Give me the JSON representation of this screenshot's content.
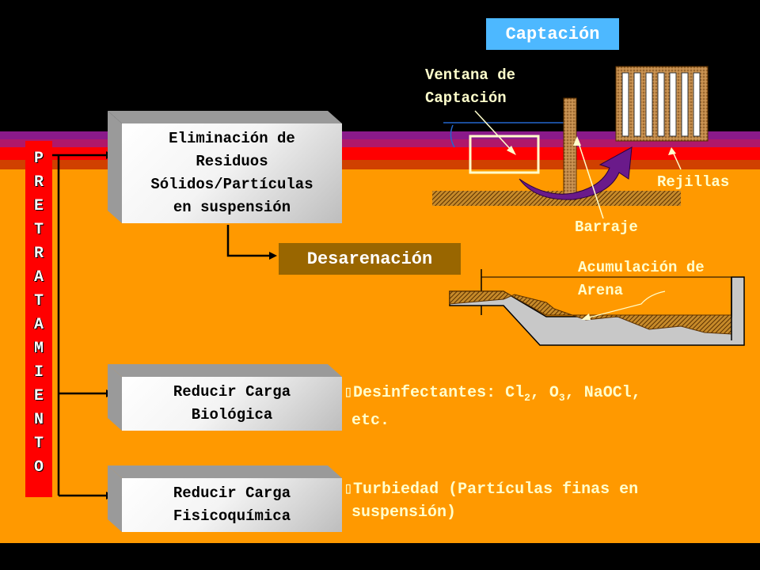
{
  "title": "Captación",
  "side_label": [
    "P",
    "R",
    "E",
    "T",
    "R",
    "A",
    "T",
    "A",
    "M",
    "I",
    "E",
    "N",
    "T",
    "O"
  ],
  "boxes": {
    "eliminacion": [
      "Eliminación de",
      "Residuos",
      "Sólidos/Partículas",
      "en suspensión"
    ],
    "biologica": [
      "Reducir Carga",
      "Biológica"
    ],
    "fisicoquimica": [
      "Reducir Carga",
      "Fisicoquímica"
    ]
  },
  "desarenacion": "Desarenación",
  "labels": {
    "ventana_1": "Ventana de",
    "ventana_2": "Captación",
    "rejillas": "Rejillas",
    "barraje": "Barraje",
    "arena_1": "Acumulación de",
    "arena_2": "Arena"
  },
  "bullets": {
    "desinf_prefix": "Desinfectantes: Cl",
    "desinf_sub1": "2",
    "desinf_mid1": ", O",
    "desinf_sub2": "3",
    "desinf_end": ", NaOCl,",
    "desinf_line2": "etc.",
    "turb_line1": "Turbiedad (Partículas finas en",
    "turb_line2": "suspensión)"
  },
  "colors": {
    "background": "#ff9900",
    "top": "#000000",
    "title_box": "#4db8ff",
    "pretratamiento": "#ff0000",
    "desarenacion": "#996600",
    "label_text": "#ffffcc"
  }
}
